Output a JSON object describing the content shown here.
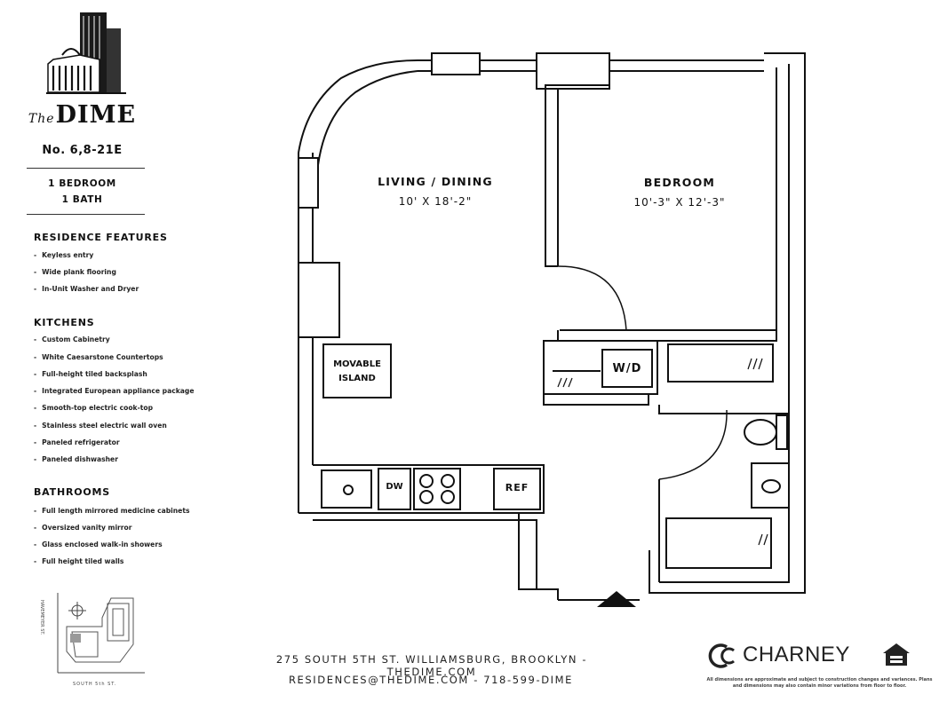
{
  "brand": {
    "the": "The",
    "name": "DIME"
  },
  "unit_number": "No. 6,8-21E",
  "bedrooms": "1 BEDROOM",
  "baths": "1 BATH",
  "sections": [
    {
      "heading": "RESIDENCE FEATURES",
      "items": [
        "Keyless entry",
        "Wide plank flooring",
        "In-Unit Washer and Dryer"
      ]
    },
    {
      "heading": "KITCHENS",
      "items": [
        "Custom Cabinetry",
        "White Caesarstone Countertops",
        "Full-height tiled backsplash",
        "Integrated European appliance package",
        "Smooth-top electric cook-top",
        "Stainless steel electric wall oven",
        "Paneled refrigerator",
        "Paneled dishwasher"
      ]
    },
    {
      "heading": "BATHROOMS",
      "items": [
        "Full length mirrored medicine cabinets",
        "Oversized vanity mirror",
        "Glass enclosed walk-in showers",
        "Full height tiled walls"
      ]
    }
  ],
  "rooms": {
    "living": {
      "name": "LIVING / DINING",
      "dims": "10' X 18'-2\""
    },
    "bedroom": {
      "name": "BEDROOM",
      "dims": "10'-3\" X 12'-3\""
    }
  },
  "fixtures": {
    "island": [
      "MOVABLE",
      "ISLAND"
    ],
    "washer_dryer": "W/D",
    "dishwasher": "DW",
    "refrigerator": "REF"
  },
  "key_plan": {
    "street_left": "HAVEMEYER ST.",
    "street_bottom": "SOUTH 5th ST."
  },
  "footer": {
    "address": "275 SOUTH 5TH ST. WILLIAMSBURG, BROOKLYN - THEDIME.COM",
    "contact": "RESIDENCES@THEDIME.COM - 718-599-DIME",
    "developer": "CHARNEY",
    "disclaimer": "All dimensions are approximate and subject to construction changes and variances. Plans and dimensions may also contain minor variations from floor to floor."
  }
}
